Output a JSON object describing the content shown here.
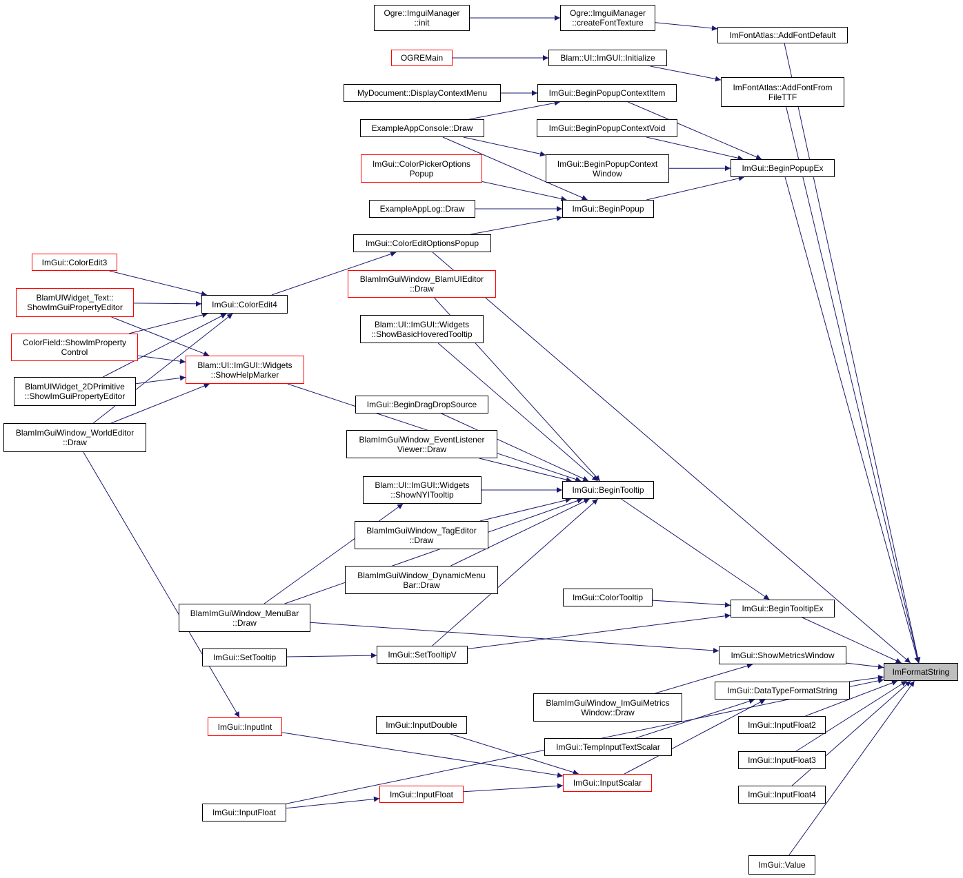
{
  "colors": {
    "edge": "#191970",
    "node_border": "#000000",
    "node_border_truncated": "#ff0000",
    "target_fill": "#bfbfbf"
  },
  "nodes": {
    "imformatstring": {
      "label": "ImFormatString",
      "style": "target"
    },
    "ogre_init": {
      "label": "Ogre::ImguiManager\n::init",
      "style": "normal"
    },
    "ogre_createfont": {
      "label": "Ogre::ImguiManager\n::createFontTexture",
      "style": "normal"
    },
    "addfontdefault": {
      "label": "ImFontAtlas::AddFontDefault",
      "style": "normal"
    },
    "ogremain": {
      "label": "OGREMain",
      "style": "red"
    },
    "blam_initialize": {
      "label": "Blam::UI::ImGUI::Initialize",
      "style": "normal"
    },
    "addfontfromfilettf": {
      "label": "ImFontAtlas::AddFontFrom\nFileTTF",
      "style": "normal"
    },
    "mydocument": {
      "label": "MyDocument::DisplayContextMenu",
      "style": "normal"
    },
    "beginpopupcontextitem": {
      "label": "ImGui::BeginPopupContextItem",
      "style": "normal"
    },
    "exampleappconsole": {
      "label": "ExampleAppConsole::Draw",
      "style": "normal"
    },
    "beginpopupcontextvoid": {
      "label": "ImGui::BeginPopupContextVoid",
      "style": "normal"
    },
    "beginpopupcontextwindow": {
      "label": "ImGui::BeginPopupContext\nWindow",
      "style": "normal"
    },
    "beginpopupex": {
      "label": "ImGui::BeginPopupEx",
      "style": "normal"
    },
    "colorpickeroptions": {
      "label": "ImGui::ColorPickerOptions\nPopup",
      "style": "red"
    },
    "exampleapplog": {
      "label": "ExampleAppLog::Draw",
      "style": "normal"
    },
    "beginpopup": {
      "label": "ImGui::BeginPopup",
      "style": "normal"
    },
    "coloreditoptions": {
      "label": "ImGui::ColorEditOptionsPopup",
      "style": "normal"
    },
    "coloredit3": {
      "label": "ImGui::ColorEdit3",
      "style": "red"
    },
    "coloredit4": {
      "label": "ImGui::ColorEdit4",
      "style": "normal"
    },
    "blamuiwidget_text": {
      "label": "BlamUIWidget_Text::\nShowImGuiPropertyEditor",
      "style": "red"
    },
    "colorfield": {
      "label": "ColorField::ShowImProperty\nControl",
      "style": "red"
    },
    "showhelpmarker": {
      "label": "Blam::UI::ImGUI::Widgets\n::ShowHelpMarker",
      "style": "red"
    },
    "blamuiwidget_2d": {
      "label": "BlamUIWidget_2DPrimitive\n::ShowImGuiPropertyEditor",
      "style": "normal"
    },
    "worldeditor": {
      "label": "BlamImGuiWindow_WorldEditor\n::Draw",
      "style": "normal"
    },
    "blamuieditor": {
      "label": "BlamImGuiWindow_BlamUIEditor\n::Draw",
      "style": "red"
    },
    "showbasichovered": {
      "label": "Blam::UI::ImGUI::Widgets\n::ShowBasicHoveredTooltip",
      "style": "normal"
    },
    "begindragdropsource": {
      "label": "ImGui::BeginDragDropSource",
      "style": "normal"
    },
    "eventlistener": {
      "label": "BlamImGuiWindow_EventListener\nViewer::Draw",
      "style": "normal"
    },
    "shownyitooltip": {
      "label": "Blam::UI::ImGUI::Widgets\n::ShowNYITooltip",
      "style": "normal"
    },
    "begintooltip": {
      "label": "ImGui::BeginTooltip",
      "style": "normal"
    },
    "tageditor": {
      "label": "BlamImGuiWindow_TagEditor\n::Draw",
      "style": "normal"
    },
    "dynamicmenubar": {
      "label": "BlamImGuiWindow_DynamicMenu\nBar::Draw",
      "style": "normal"
    },
    "menubar": {
      "label": "BlamImGuiWindow_MenuBar\n::Draw",
      "style": "normal"
    },
    "colortooltip": {
      "label": "ImGui::ColorTooltip",
      "style": "normal"
    },
    "begintooltipex": {
      "label": "ImGui::BeginTooltipEx",
      "style": "normal"
    },
    "settooltip": {
      "label": "ImGui::SetTooltip",
      "style": "normal"
    },
    "settooltipv": {
      "label": "ImGui::SetTooltipV",
      "style": "normal"
    },
    "showmetricswindow": {
      "label": "ImGui::ShowMetricsWindow",
      "style": "normal"
    },
    "imguimetrics": {
      "label": "BlamImGuiWindow_ImGuiMetrics\nWindow::Draw",
      "style": "normal"
    },
    "datatypeformatstring": {
      "label": "ImGui::DataTypeFormatString",
      "style": "normal"
    },
    "inputint": {
      "label": "ImGui::InputInt",
      "style": "red"
    },
    "inputdouble": {
      "label": "ImGui::InputDouble",
      "style": "normal"
    },
    "inputfloat2": {
      "label": "ImGui::InputFloat2",
      "style": "normal"
    },
    "tempinputtextscalar": {
      "label": "ImGui::TempInputTextScalar",
      "style": "normal"
    },
    "inputfloat3": {
      "label": "ImGui::InputFloat3",
      "style": "normal"
    },
    "inputscalar": {
      "label": "ImGui::InputScalar",
      "style": "red"
    },
    "inputfloat_red": {
      "label": "ImGui::InputFloat",
      "style": "red"
    },
    "inputfloat4": {
      "label": "ImGui::InputFloat4",
      "style": "normal"
    },
    "inputfloat_black": {
      "label": "ImGui::InputFloat",
      "style": "normal"
    },
    "value": {
      "label": "ImGui::Value",
      "style": "normal"
    }
  },
  "edges": [
    [
      "ogre_init",
      "ogre_createfont"
    ],
    [
      "ogre_createfont",
      "addfontdefault"
    ],
    [
      "addfontdefault",
      "imformatstring"
    ],
    [
      "ogremain",
      "blam_initialize"
    ],
    [
      "blam_initialize",
      "addfontfromfilettf"
    ],
    [
      "addfontfromfilettf",
      "imformatstring"
    ],
    [
      "mydocument",
      "beginpopupcontextitem"
    ],
    [
      "exampleappconsole",
      "beginpopupcontextitem"
    ],
    [
      "exampleappconsole",
      "beginpopupcontextwindow"
    ],
    [
      "exampleappconsole",
      "beginpopup"
    ],
    [
      "beginpopupcontextitem",
      "beginpopupex"
    ],
    [
      "beginpopupcontextvoid",
      "beginpopupex"
    ],
    [
      "beginpopupcontextwindow",
      "beginpopupex"
    ],
    [
      "beginpopup",
      "beginpopupex"
    ],
    [
      "beginpopupex",
      "imformatstring"
    ],
    [
      "colorpickeroptions",
      "beginpopup"
    ],
    [
      "exampleapplog",
      "beginpopup"
    ],
    [
      "coloreditoptions",
      "beginpopup"
    ],
    [
      "coloreditoptions",
      "imformatstring"
    ],
    [
      "coloredit4",
      "coloreditoptions"
    ],
    [
      "coloredit3",
      "coloredit4"
    ],
    [
      "blamuiwidget_text",
      "coloredit4"
    ],
    [
      "colorfield",
      "coloredit4"
    ],
    [
      "blamuiwidget_2d",
      "coloredit4"
    ],
    [
      "worldeditor",
      "coloredit4"
    ],
    [
      "blamuiwidget_text",
      "showhelpmarker"
    ],
    [
      "colorfield",
      "showhelpmarker"
    ],
    [
      "blamuiwidget_2d",
      "showhelpmarker"
    ],
    [
      "worldeditor",
      "showhelpmarker"
    ],
    [
      "showhelpmarker",
      "begintooltip"
    ],
    [
      "blamuieditor",
      "begintooltip"
    ],
    [
      "showbasichovered",
      "begintooltip"
    ],
    [
      "begindragdropsource",
      "begintooltip"
    ],
    [
      "eventlistener",
      "begintooltip"
    ],
    [
      "shownyitooltip",
      "begintooltip"
    ],
    [
      "tageditor",
      "begintooltip"
    ],
    [
      "dynamicmenubar",
      "begintooltip"
    ],
    [
      "menubar",
      "begintooltip"
    ],
    [
      "menubar",
      "shownyitooltip"
    ],
    [
      "settooltipv",
      "begintooltip"
    ],
    [
      "begintooltip",
      "begintooltipex"
    ],
    [
      "colortooltip",
      "begintooltipex"
    ],
    [
      "settooltipv",
      "begintooltipex"
    ],
    [
      "settooltip",
      "settooltipv"
    ],
    [
      "begintooltipex",
      "imformatstring"
    ],
    [
      "menubar",
      "showmetricswindow"
    ],
    [
      "imguimetrics",
      "showmetricswindow"
    ],
    [
      "showmetricswindow",
      "imformatstring"
    ],
    [
      "tempinputtextscalar",
      "datatypeformatstring"
    ],
    [
      "inputscalar",
      "datatypeformatstring"
    ],
    [
      "datatypeformatstring",
      "imformatstring"
    ],
    [
      "worldeditor",
      "inputint"
    ],
    [
      "inputint",
      "inputscalar"
    ],
    [
      "inputdouble",
      "inputscalar"
    ],
    [
      "inputfloat_red",
      "inputscalar"
    ],
    [
      "inputfloat_black",
      "inputfloat_red"
    ],
    [
      "inputfloat_black",
      "imformatstring"
    ],
    [
      "inputfloat2",
      "imformatstring"
    ],
    [
      "inputfloat3",
      "imformatstring"
    ],
    [
      "inputfloat4",
      "imformatstring"
    ],
    [
      "value",
      "imformatstring"
    ]
  ]
}
